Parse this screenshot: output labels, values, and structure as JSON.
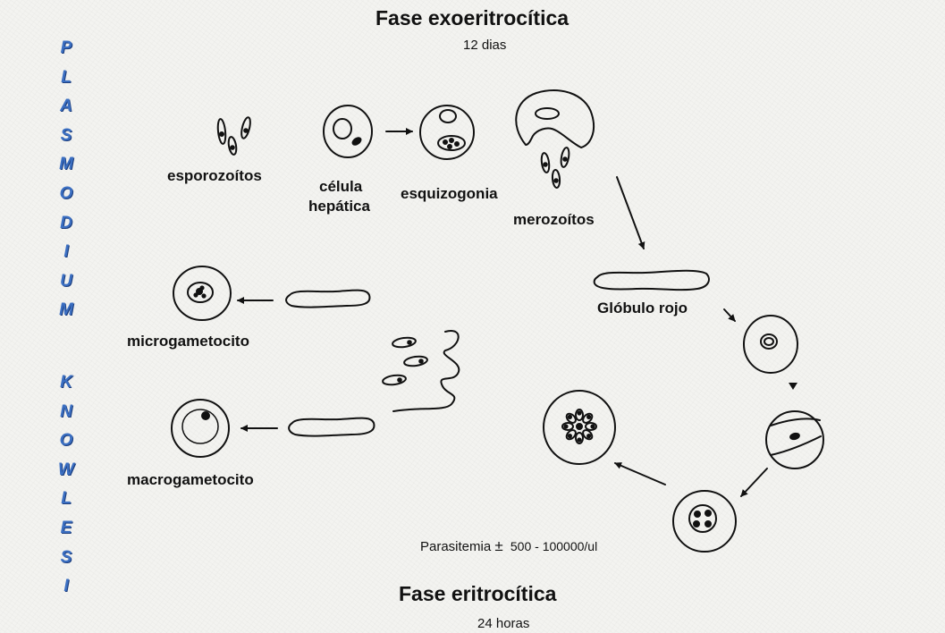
{
  "vertical_text": {
    "word1": [
      "P",
      "L",
      "A",
      "S",
      "M",
      "O",
      "D",
      "I",
      "U",
      "M"
    ],
    "word2": [
      "K",
      "N",
      "O",
      "W",
      "L",
      "E",
      "S",
      "I"
    ]
  },
  "top": {
    "title": "Fase exoeritrocítica",
    "subtitle": "12 dias"
  },
  "bottom": {
    "title": "Fase eritrocítica",
    "subtitle": "24 horas"
  },
  "labels": {
    "esporozoitos": "esporozoítos",
    "celula_line1": "célula",
    "celula_line2": "hepática",
    "esquizogonia": "esquizogonia",
    "merozoitos": "merozoítos",
    "globulo_rojo": "Glóbulo rojo",
    "microgametocito": "microgametocito",
    "macrogametocito": "macrogametocito"
  },
  "parasitemia": {
    "label": "Parasitemia",
    "symbol": "±",
    "range": "500 - 100000/ul"
  },
  "colors": {
    "vertical_text": "#3b6fc2",
    "ink": "#111111",
    "background": "#f3f3f0"
  }
}
